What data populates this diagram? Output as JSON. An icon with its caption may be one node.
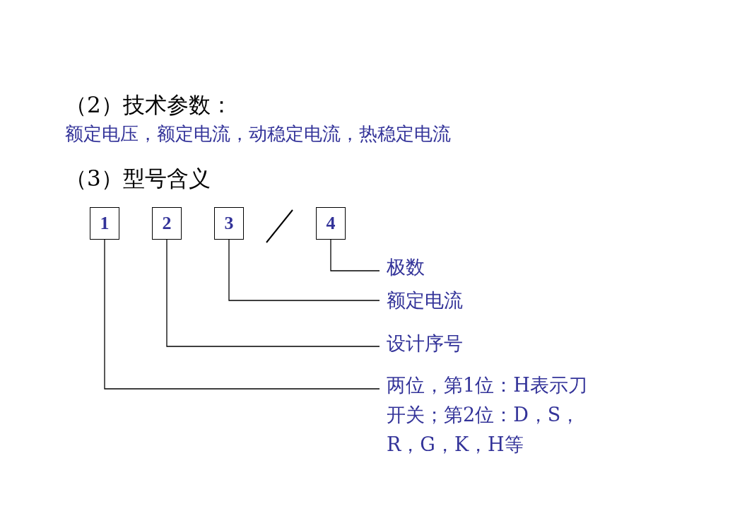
{
  "diagram": {
    "nodes": [
      {
        "text": [
          "1"
        ]
      },
      {
        "text": [
          "2"
        ]
      },
      {
        "text": [
          "3"
        ]
      },
      {
        "text": [
          "4"
        ]
      },
      {
        "text": [
          "极数"
        ]
      },
      {
        "text": [
          "额定电流"
        ]
      },
      {
        "text": [
          "设计序号"
        ]
      },
      {
        "text": [
          "两位，第1位：H表示刀开关；第2位：D，S，R，G，K，H等"
        ]
      }
    ],
    "edges": [
      {
        "from": 3,
        "to": 4,
        "arrow": "none"
      },
      {
        "from": 2,
        "to": 5,
        "arrow": "none"
      },
      {
        "from": 1,
        "to": 6,
        "arrow": "none"
      },
      {
        "from": 0,
        "to": 7,
        "arrow": "none"
      }
    ],
    "labels": [
      "（2）技术参数：",
      "额定电压，额定电流，动稳定电流，热稳定电流",
      "（3）型号含义"
    ]
  }
}
